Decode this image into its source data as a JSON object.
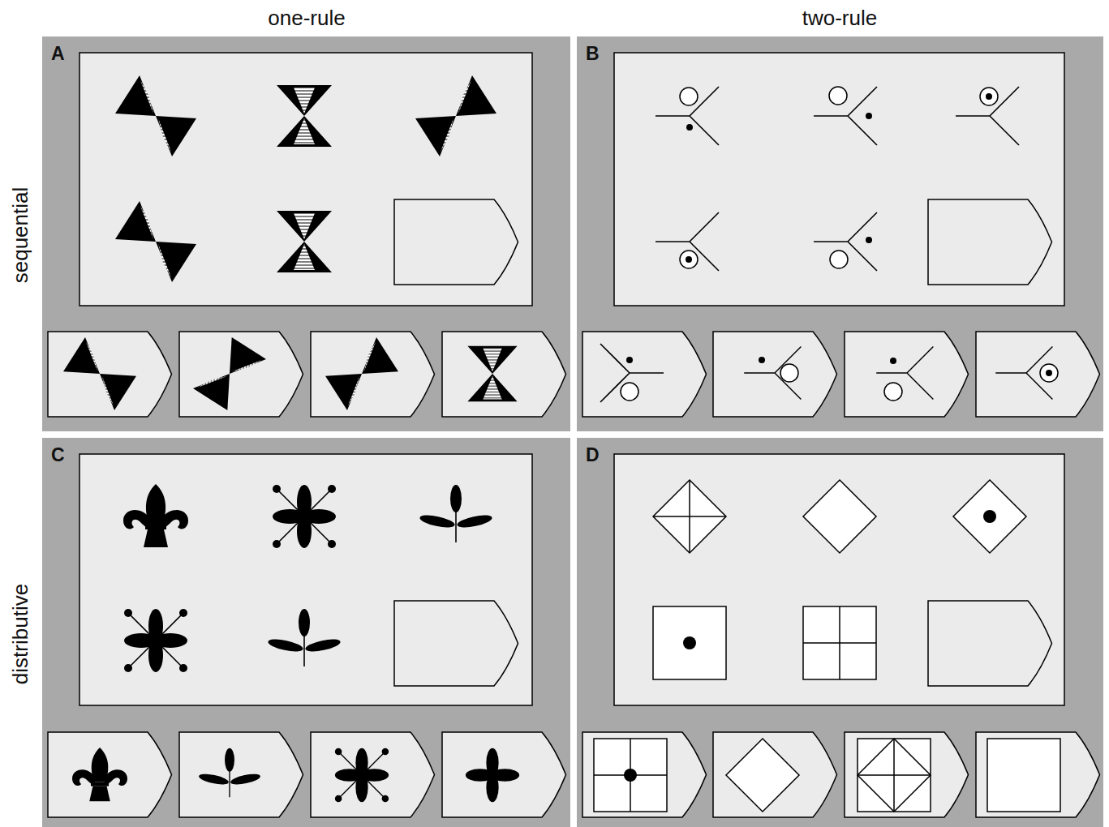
{
  "diagram": {
    "nodes": [
      {
        "text": [
          "A"
        ]
      },
      {
        "text": [
          "B"
        ]
      },
      {
        "text": [
          "C"
        ]
      },
      {
        "text": [
          "D"
        ]
      }
    ],
    "labels": [
      "one-rule",
      "two-rule",
      "sequential",
      "distributive"
    ]
  }
}
